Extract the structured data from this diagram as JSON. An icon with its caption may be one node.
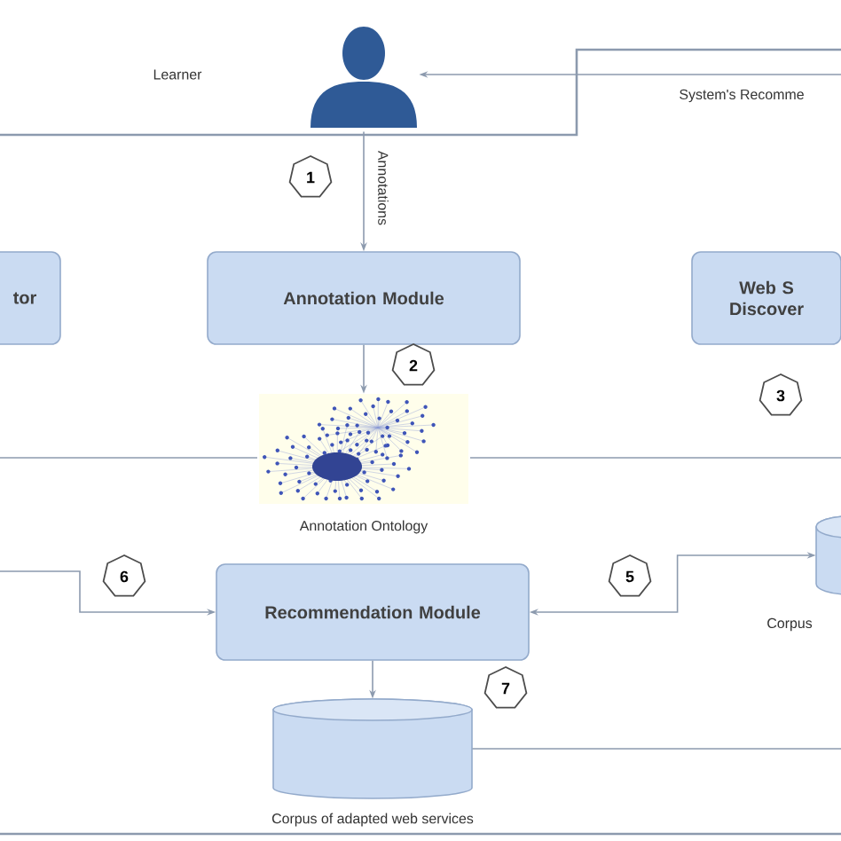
{
  "diagram": {
    "nodes": [
      {
        "text": [],
        "shape": "person"
      },
      {
        "text": [
          "1"
        ]
      },
      {
        "text": [
          "tor"
        ]
      },
      {
        "text": [
          "Annotation Module"
        ]
      },
      {
        "text": [
          "Web S Discover"
        ]
      },
      {
        "text": [
          "2"
        ]
      },
      {
        "text": [],
        "shape": "picture",
        "beside": [
          "Annotation Ontology"
        ]
      },
      {
        "text": [
          "3"
        ]
      },
      {
        "text": [],
        "shape": "cylinder",
        "beside": [
          "Corpus"
        ]
      },
      {
        "text": [
          "6"
        ]
      },
      {
        "text": [
          "Recommendation Module"
        ]
      },
      {
        "text": [
          "5"
        ]
      },
      {
        "text": [
          "7"
        ]
      },
      {
        "text": [],
        "shape": "cylinder",
        "beside": [
          "Corpus of adapted web services"
        ]
      }
    ],
    "edges": [
      {
        "from": null,
        "to": 0,
        "arrow": "to",
        "label": "System's Recomme"
      },
      {
        "from": 0,
        "to": 3,
        "arrow": "to",
        "label": "Annotations"
      },
      {
        "from": 3,
        "to": 6,
        "arrow": "to"
      },
      {
        "from": null,
        "to": 10,
        "arrow": "to"
      },
      {
        "from": 8,
        "to": 10,
        "arrow": "both"
      },
      {
        "from": 10,
        "to": 13,
        "arrow": "to"
      },
      {
        "from": 13,
        "to": null,
        "arrow": "none"
      }
    ],
    "labels": [
      "Learner"
    ]
  }
}
